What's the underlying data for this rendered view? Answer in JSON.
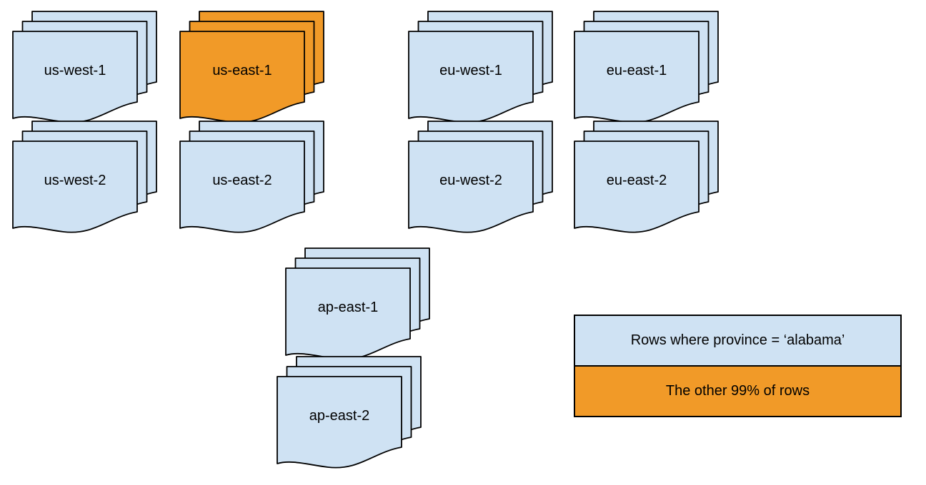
{
  "colors": {
    "region_blue": "#CFE2F3",
    "region_orange": "#F19A28",
    "stroke": "#000000",
    "background": "#FFFFFF"
  },
  "stacks": [
    {
      "label": "us-west-1",
      "fill": "#CFE2F3"
    },
    {
      "label": "us-east-1",
      "fill": "#F19A28"
    },
    {
      "label": "eu-west-1",
      "fill": "#CFE2F3"
    },
    {
      "label": "eu-east-1",
      "fill": "#CFE2F3"
    },
    {
      "label": "us-west-2",
      "fill": "#CFE2F3"
    },
    {
      "label": "us-east-2",
      "fill": "#CFE2F3"
    },
    {
      "label": "eu-west-2",
      "fill": "#CFE2F3"
    },
    {
      "label": "eu-east-2",
      "fill": "#CFE2F3"
    },
    {
      "label": "ap-east-1",
      "fill": "#CFE2F3"
    },
    {
      "label": "ap-east-2",
      "fill": "#CFE2F3"
    }
  ],
  "legend": {
    "items": [
      {
        "label": "Rows where province = ‘alabama’",
        "fill": "#CFE2F3"
      },
      {
        "label": "The other 99% of rows",
        "fill": "#F19A28"
      }
    ]
  }
}
